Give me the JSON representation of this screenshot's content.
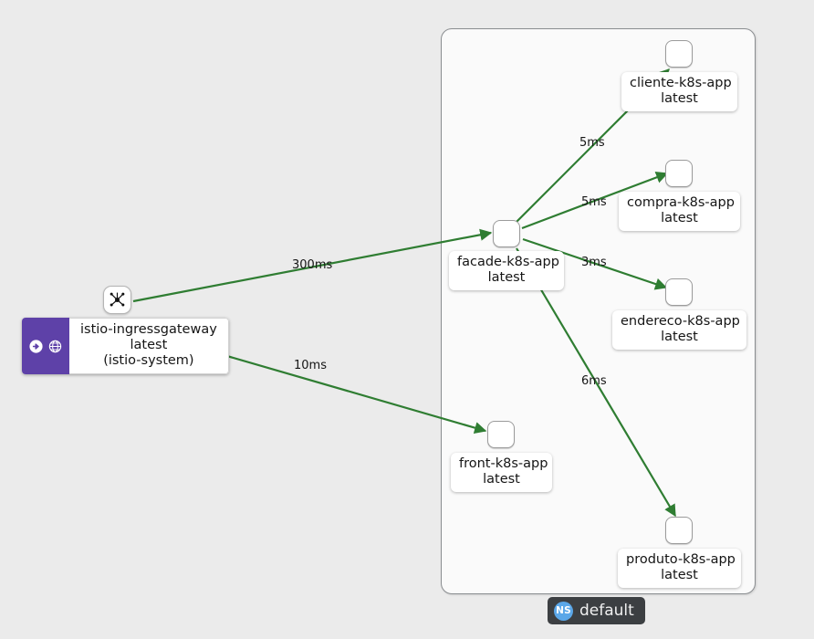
{
  "graph": {
    "background_color": "#ebebeb",
    "edge_color": "#2f7d32",
    "namespace_box": {
      "label": "default",
      "fill": "#fafafa",
      "border": "#8a8d90"
    },
    "gateway": {
      "name": "istio-ingressgateway",
      "version": "latest",
      "namespace": "(istio-system)",
      "badge_color": "#5e41a8",
      "icons": [
        "arrow-circle-icon",
        "globe-route-icon"
      ]
    },
    "mesh_node": {
      "icon": "mesh-topology-icon"
    },
    "nodes": [
      {
        "id": "cliente",
        "name": "cliente-k8s-app",
        "version": "latest"
      },
      {
        "id": "compra",
        "name": "compra-k8s-app",
        "version": "latest"
      },
      {
        "id": "facade",
        "name": "facade-k8s-app",
        "version": "latest"
      },
      {
        "id": "endereco",
        "name": "endereco-k8s-app",
        "version": "latest"
      },
      {
        "id": "front",
        "name": "front-k8s-app",
        "version": "latest"
      },
      {
        "id": "produto",
        "name": "produto-k8s-app",
        "version": "latest"
      }
    ],
    "edges": [
      {
        "from": "istio-ingressgateway",
        "to": "facade",
        "latency": "300ms"
      },
      {
        "from": "istio-ingressgateway",
        "to": "front",
        "latency": "10ms"
      },
      {
        "from": "facade",
        "to": "cliente",
        "latency": "5ms"
      },
      {
        "from": "facade",
        "to": "compra",
        "latency": "5ms"
      },
      {
        "from": "facade",
        "to": "endereco",
        "latency": "3ms"
      },
      {
        "from": "facade",
        "to": "produto",
        "latency": "6ms"
      }
    ],
    "footer_badge": {
      "chip": "NS",
      "label": "default",
      "chip_color": "#5ba7e8",
      "background": "#3c3f42"
    }
  }
}
